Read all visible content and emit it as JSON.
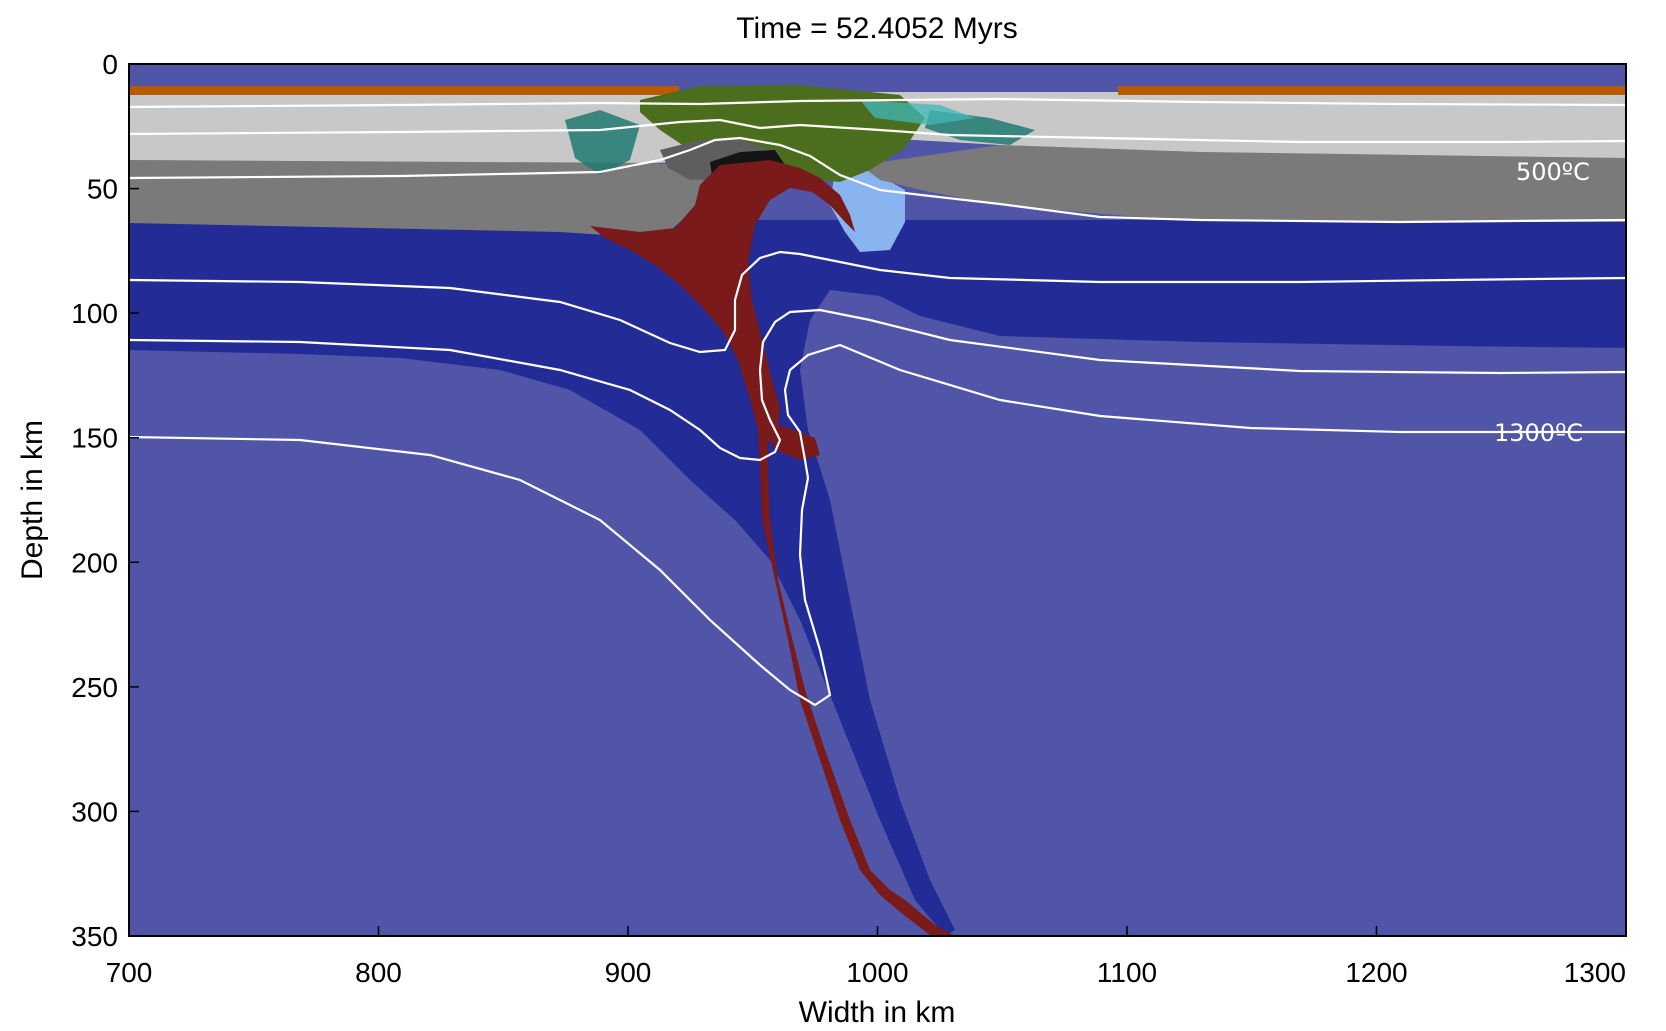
{
  "chart_data": {
    "type": "heatmap",
    "title": "Time = 52.4052 Myrs",
    "xlabel": "Width in km",
    "ylabel": "Depth in km",
    "xlim": [
      700,
      1300
    ],
    "ylim": [
      350,
      0
    ],
    "x_ticks": [
      700,
      800,
      900,
      1000,
      1100,
      1200,
      1300
    ],
    "y_ticks": [
      0,
      50,
      100,
      150,
      200,
      250,
      300,
      350
    ],
    "isotherm_labels": [
      {
        "text": "500ºC",
        "x": 1250,
        "y": 43
      },
      {
        "text": "1300ºC",
        "x": 1250,
        "y": 147
      }
    ],
    "colors": {
      "upper_crust": "#c8c8c8",
      "lower_crust": "#7a7a7a",
      "lithospheric_mantle": "#232b96",
      "asthenosphere": "#5055a8",
      "oceanic_crust": "#7a1a1a",
      "sediments": "#b85a00",
      "volcanics": "#4b6e1e",
      "hydrated_mantle": "#8ab4f0",
      "isotherm": "#ffffff"
    }
  }
}
